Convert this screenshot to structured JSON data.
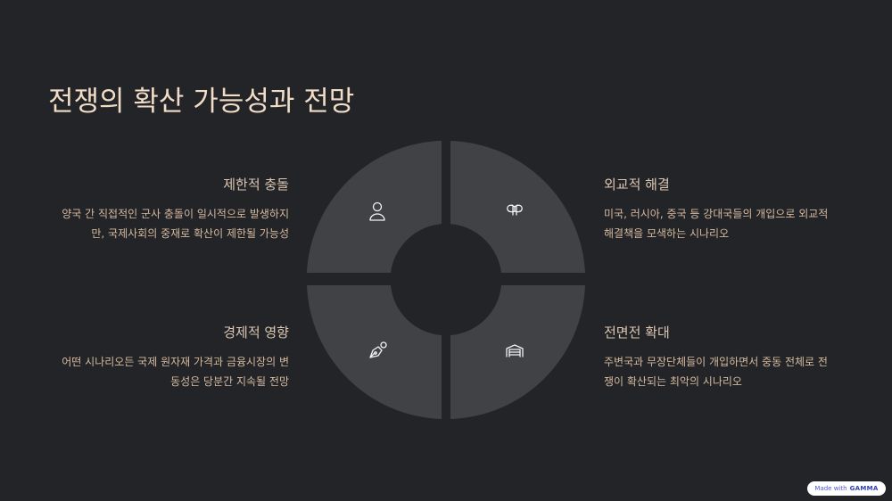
{
  "title": "전쟁의 확산 가능성과 전망",
  "scenarios": [
    {
      "heading": "제한적 충돌",
      "lines": [
        "양국 간 직접적인 군사 충돌이 일시적으로 발생하지",
        "만, 국제사회의 중재로 확산이 제한될 가능성"
      ],
      "icon": "person-icon"
    },
    {
      "heading": "외교적 해결",
      "lines": [
        "미국, 러시아, 중국 등 강대국들의 개입으로 외교적",
        "해결책을 모색하는 시나리오"
      ],
      "icon": "gift-bow-icon"
    },
    {
      "heading": "경제적 영향",
      "lines": [
        "어떤 시나리오든 국제 원자재 가격과 금융시장의 변",
        "동성은 당분간 지속될 전망"
      ],
      "icon": "pen-nib-icon"
    },
    {
      "heading": "전면전 확대",
      "lines": [
        "주변국과 무장단체들이 개입하면서 중동 전체로 전",
        "쟁이 확산되는 최악의 시나리오"
      ],
      "icon": "garage-icon"
    }
  ],
  "badge": {
    "prefix": "Made with",
    "brand": "GAMMA"
  },
  "colors": {
    "background": "#232428",
    "segment": "#414246",
    "title": "#f1dcc6",
    "text": "#d4b99e"
  }
}
